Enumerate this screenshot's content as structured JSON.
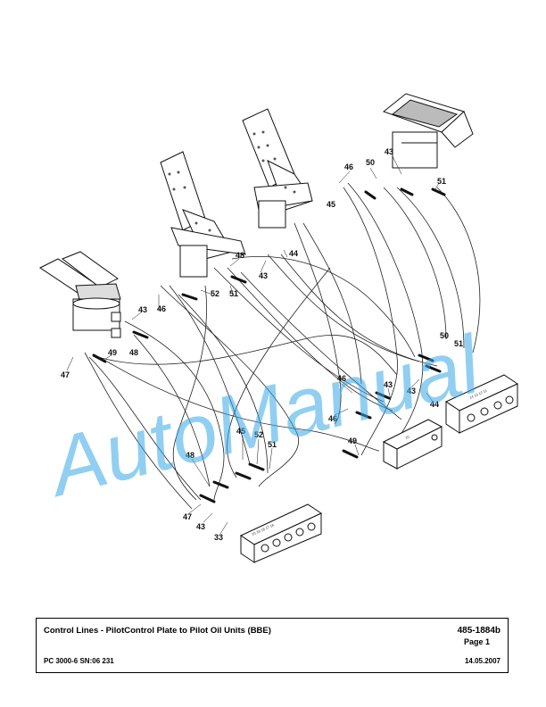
{
  "watermark": "AutoManual",
  "callouts": [
    "46",
    "45",
    "50",
    "43",
    "51",
    "48",
    "52",
    "51",
    "44",
    "43",
    "46",
    "43",
    "49",
    "48",
    "47",
    "50",
    "51",
    "46",
    "43",
    "43",
    "44",
    "46",
    "49",
    "45",
    "52",
    "51",
    "48",
    "47",
    "43",
    "33"
  ],
  "block_labels": {
    "right_block": "14  13  12  11",
    "small_block": "10",
    "bottom_block": "20  19  18  17  16"
  },
  "title_block": {
    "title": "Control Lines - PilotControl Plate to Pilot Oil Units (BBE)",
    "drawing_number": "485-1884b",
    "page": "Page 1",
    "machine": "PC 3000-6 SN:06 231",
    "date": "14.05.2007"
  }
}
